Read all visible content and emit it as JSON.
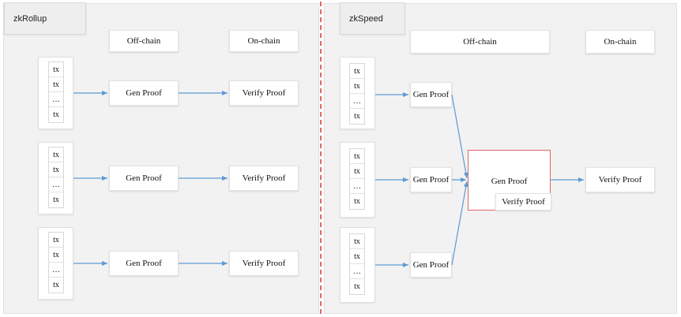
{
  "zkrollup": {
    "title": "zkRollup",
    "offchain": "Off-chain",
    "onchain": "On-chain",
    "rows": [
      {
        "txs": [
          "tx",
          "tx",
          "…",
          "tx"
        ],
        "gen": "Gen Proof",
        "verify": "Verify Proof"
      },
      {
        "txs": [
          "tx",
          "tx",
          "…",
          "tx"
        ],
        "gen": "Gen Proof",
        "verify": "Verify Proof"
      },
      {
        "txs": [
          "tx",
          "tx",
          "…",
          "tx"
        ],
        "gen": "Gen Proof",
        "verify": "Verify Proof"
      }
    ]
  },
  "zkspeed": {
    "title": "zkSpeed",
    "offchain": "Off-chain",
    "onchain": "On-chain",
    "rows": [
      {
        "txs": [
          "tx",
          "tx",
          "…",
          "tx"
        ],
        "gen": "Gen Proof"
      },
      {
        "txs": [
          "tx",
          "tx",
          "…",
          "tx"
        ],
        "gen": "Gen Proof"
      },
      {
        "txs": [
          "tx",
          "tx",
          "…",
          "tx"
        ],
        "gen": "Gen Proof"
      }
    ],
    "aggregate": {
      "gen": "Gen Proof",
      "verify": "Verify Proof"
    },
    "final_verify": "Verify Proof"
  },
  "colors": {
    "arrow": "#5b9bd5",
    "divider": "#e03030",
    "aggregate_border": "#e06666"
  }
}
